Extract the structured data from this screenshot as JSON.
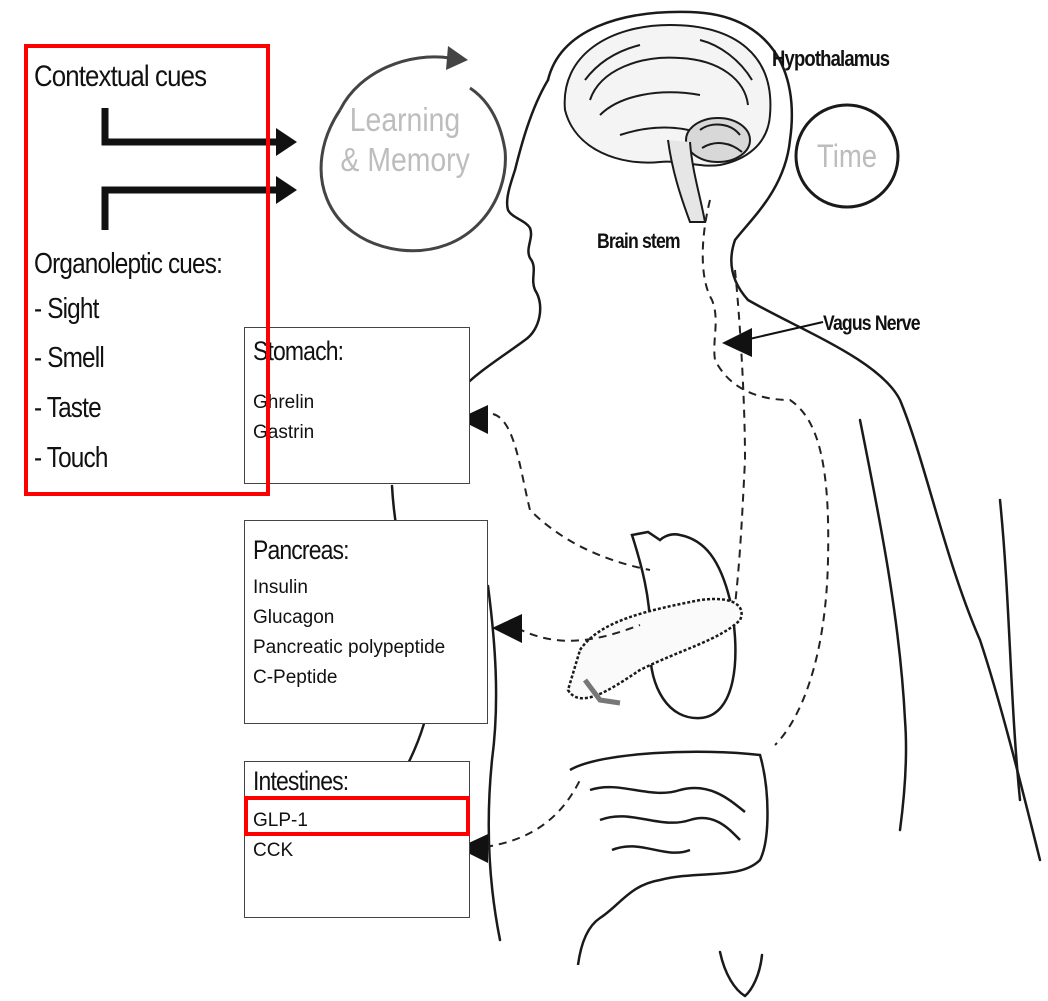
{
  "cues": {
    "contextual": "Contextual cues",
    "organoleptic": "Organoleptic cues:",
    "items": [
      "- Sight",
      "- Smell",
      "- Taste",
      "- Touch"
    ]
  },
  "learning": {
    "line1": "Learning",
    "line2": "& Memory"
  },
  "time": "Time",
  "labels": {
    "hypothalamus": "Hypothalamus",
    "brain_stem": "Brain stem",
    "vagus": "Vagus Nerve"
  },
  "stomach": {
    "title": "Stomach:",
    "items": [
      "Ghrelin",
      "Gastrin"
    ]
  },
  "pancreas": {
    "title": "Pancreas:",
    "items": [
      "Insulin",
      "Glucagon",
      "Pancreatic polypeptide",
      "C-Peptide"
    ]
  },
  "intestines": {
    "title": "Intestines:",
    "items": [
      "GLP-1",
      "CCK"
    ]
  },
  "colors": {
    "highlight": "#ff0000",
    "line": "#111111",
    "faded_text": "#bdbdbd"
  }
}
